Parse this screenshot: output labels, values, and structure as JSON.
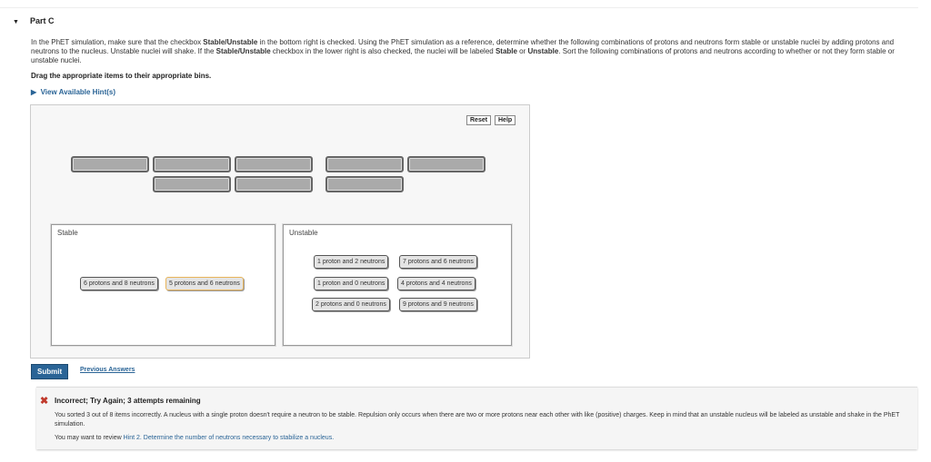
{
  "part": {
    "title": "Part C"
  },
  "instructions": {
    "p1": "In the PhET simulation, make sure that the checkbox ",
    "b1": "Stable/Unstable",
    "p2": " in the bottom right is checked. Using the PhET simulation as a reference, determine whether the following combinations of protons and neutrons form stable or unstable nuclei by adding protons and neutrons to the nucleus. Unstable nuclei will shake. If the ",
    "b2": "Stable/Unstable",
    "p3": " checkbox in the lower right is also checked, the nuclei will be labeled ",
    "b3": "Stable",
    "p4": " or ",
    "b4": "Unstable",
    "p5": ". Sort the following combinations of protons and neutrons according to whether or not they form stable or unstable nuclei.",
    "drag": "Drag the appropriate items to their appropriate bins.",
    "hint_link": "View Available Hint(s)"
  },
  "workspace": {
    "reset": "Reset",
    "help": "Help",
    "stable_label": "Stable",
    "unstable_label": "Unstable",
    "stable_items": [
      "6 protons and 8 neutrons",
      "5 protons and 6 neutrons"
    ],
    "unstable_items": [
      "1 proton and 2 neutrons",
      "7 protons and 6 neutrons",
      "1 proton and 0 neutrons",
      "4 protons and 4 neutrons",
      "2 protons and 0 neutrons",
      "9 protons and 9 neutrons"
    ]
  },
  "actions": {
    "submit": "Submit",
    "previous": "Previous Answers"
  },
  "feedback": {
    "title": "Incorrect; Try Again; 3 attempts remaining",
    "message": "You sorted 3 out of 8 items incorrectly. A nucleus with a single proton doesn't require a neutron  to be stable. Repulsion only occurs when there are two or more protons near each other with like (positive) charges. Keep in mind that an unstable nucleus will be labeled as unstable and shake in the PhET simulation.",
    "review_prefix": "You may want to review ",
    "review_link": "Hint 2. Determine the number of neutrons necessary to stabilize a nucleus.",
    "error_color": "#c0392b"
  }
}
